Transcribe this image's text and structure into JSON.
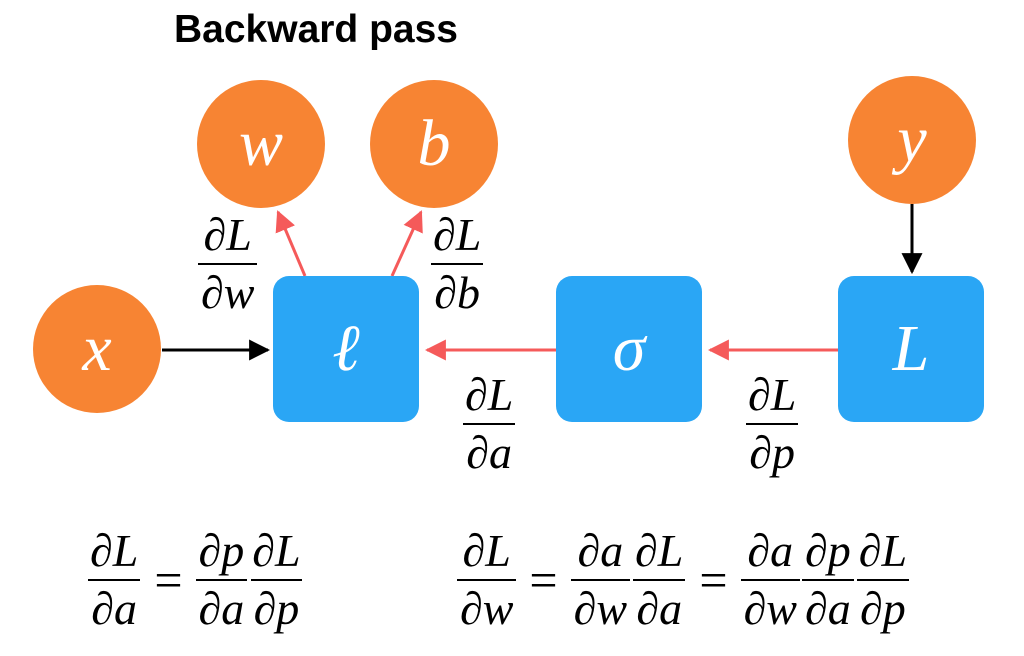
{
  "title": "Backward pass",
  "colors": {
    "variable_node": "#f78433",
    "operation_node": "#2aa6f5",
    "forward_edge": "#000000",
    "gradient_edge": "#f55a5a"
  },
  "nodes": {
    "w": "w",
    "b": "b",
    "y": "y",
    "x": "x",
    "loss_fn": "ℓ",
    "sigmoid": "σ",
    "L": "L"
  },
  "edge_labels": {
    "dL_dw": {
      "num": "∂L",
      "den": "∂w"
    },
    "dL_db": {
      "num": "∂L",
      "den": "∂b"
    },
    "dL_da": {
      "num": "∂L",
      "den": "∂a"
    },
    "dL_dp": {
      "num": "∂L",
      "den": "∂p"
    }
  },
  "equations": {
    "eq1": {
      "lhs": {
        "num": "∂L",
        "den": "∂a"
      },
      "equals": "=",
      "t1": {
        "num": "∂p",
        "den": "∂a"
      },
      "t2": {
        "num": "∂L",
        "den": "∂p"
      }
    },
    "eq2": {
      "lhs": {
        "num": "∂L",
        "den": "∂w"
      },
      "equals1": "=",
      "a1": {
        "num": "∂a",
        "den": "∂w"
      },
      "a2": {
        "num": "∂L",
        "den": "∂a"
      },
      "equals2": "=",
      "b1": {
        "num": "∂a",
        "den": "∂w"
      },
      "b2": {
        "num": "∂p",
        "den": "∂a"
      },
      "b3": {
        "num": "∂L",
        "den": "∂p"
      }
    }
  }
}
